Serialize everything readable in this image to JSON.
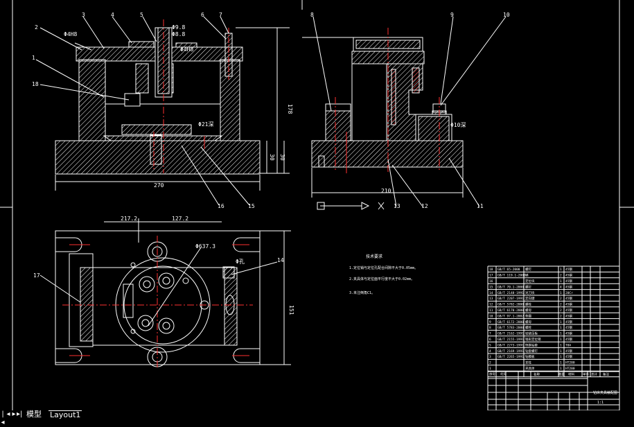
{
  "drawing": {
    "front_view": {
      "balloons": [
        "1",
        "2",
        "3",
        "4",
        "5",
        "6",
        "7",
        "18",
        "16",
        "15"
      ],
      "dims": {
        "width": "270",
        "height": "178",
        "d1": "30",
        "d2": "30"
      },
      "notes": [
        "Φ4H8",
        "Φ9.8",
        "Φ8.8",
        "Φ21深",
        "Φ4H8"
      ]
    },
    "side_view": {
      "balloons": [
        "8",
        "9",
        "10",
        "11",
        "12",
        "13"
      ],
      "dims": {
        "width": "210"
      },
      "notes": [
        "Φ10深"
      ]
    },
    "top_view": {
      "balloons": [
        "17",
        "14"
      ],
      "dims": {
        "left": "217.2",
        "right": "127.2",
        "height": "151"
      },
      "notes": [
        "Φ637.3",
        "Φ孔"
      ]
    },
    "tech_req": {
      "title": "技术要求",
      "lines": [
        "1.定位销与定位孔配合间隙不大于0.05mm。",
        "2.夹具体与定位面平行度不大于0.02mm。",
        "3.未注倒角C1。"
      ]
    },
    "bom": {
      "rows": [
        [
          "18",
          "GB/T 65-2000",
          "螺钉",
          "1",
          "45钢"
        ],
        [
          "17",
          "GB/T 119.1-2000",
          "销",
          "2",
          "45钢"
        ],
        [
          "16",
          "",
          "定位块",
          "1",
          "45钢"
        ],
        [
          "15",
          "GB/T 70.1-2000",
          "螺钉",
          "4",
          "45钢"
        ],
        [
          "14",
          "GB/T 2148-1991",
          "对刀块",
          "1",
          "20Cr"
        ],
        [
          "13",
          "GB/T 2207-1991",
          "定向键",
          "2",
          "45钢"
        ],
        [
          "12",
          "GB/T 5782-2000",
          "螺栓",
          "2",
          "45钢"
        ],
        [
          "11",
          "GB/T 6170-2000",
          "螺母",
          "2",
          "45钢"
        ],
        [
          "10",
          "GB/T 97.1-2002",
          "垫圈",
          "2",
          "45钢"
        ],
        [
          "9",
          "GB/T 6172-2000",
          "螺母",
          "1",
          "45钢"
        ],
        [
          "8",
          "GB/T 5783-2000",
          "螺栓",
          "1",
          "45钢"
        ],
        [
          "7",
          "GB/T 2162-1991",
          "铰链压板",
          "1",
          "45钢"
        ],
        [
          "6",
          "GB/T 2155-1991",
          "钱形定位销",
          "1",
          "45钢"
        ],
        [
          "5",
          "GB/T 2273-1991",
          "快换钻套",
          "1",
          "T8A"
        ],
        [
          "4",
          "GB/T 2169-1991",
          "钻套螺钉",
          "1",
          "45钢"
        ],
        [
          "3",
          "GB/T 2265-1991",
          "钻模板",
          "1",
          "45钢"
        ],
        [
          "2",
          "",
          "支柱",
          "1",
          "HT200"
        ],
        [
          "1",
          "",
          "夹具体",
          "1",
          "HT200"
        ]
      ],
      "header": [
        "序号",
        "代号",
        "名称",
        "数量",
        "材料",
        "单件",
        "总计",
        "备注"
      ],
      "title_block": "钻床夹具装配图",
      "scale": "1:1"
    }
  },
  "tabs": {
    "items": [
      {
        "label": "模型"
      },
      {
        "label": "Layout1"
      }
    ],
    "active": 1
  },
  "colors": {
    "background": "#000000",
    "lines": "#ffffff",
    "centerlines": "#ff2020",
    "hatch": "#ffffff",
    "dims": "#ffffff"
  },
  "icons": [
    "ucs-icon",
    "nav-first-icon",
    "nav-prev-icon",
    "nav-next-icon",
    "nav-last-icon"
  ]
}
